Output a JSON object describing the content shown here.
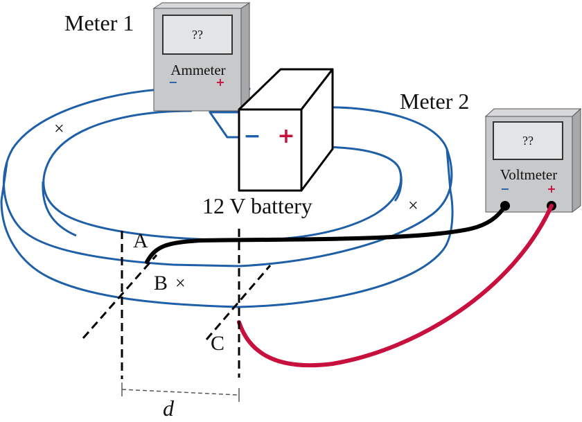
{
  "meter1": {
    "title": "Meter 1",
    "display": "??",
    "label": "Ammeter",
    "neg": "−",
    "pos": "+"
  },
  "meter2": {
    "title": "Meter 2",
    "display": "??",
    "label": "Voltmeter",
    "neg": "−",
    "pos": "+"
  },
  "battery": {
    "label": "12 V battery",
    "neg": "−",
    "pos": "+"
  },
  "points": {
    "a": "A",
    "b": "B",
    "c": "C",
    "cross": "×"
  },
  "distance_label": "d",
  "colors": {
    "ring": "#1f5fa8",
    "probe_black": "#000000",
    "probe_red": "#c8103e",
    "meter_body": "#c8c9cb",
    "meter_screen": "#e3e4e6"
  }
}
